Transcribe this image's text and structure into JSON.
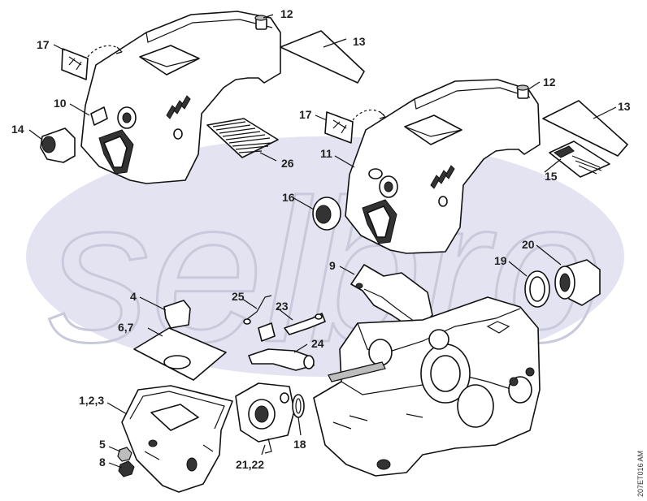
{
  "watermark": {
    "text": "selbro",
    "ellipse_color": "#e3e3f1"
  },
  "side_code": "207ET016 AM",
  "labels": {
    "p12a": "12",
    "p13a": "13",
    "p17a": "17",
    "p10": "10",
    "p14": "14",
    "p26": "26",
    "p12b": "12",
    "p13b": "13",
    "p17b": "17",
    "p11": "11",
    "p15": "15",
    "p16": "16",
    "p20": "20",
    "p19": "19",
    "p9": "9",
    "p4": "4",
    "p25": "25",
    "p23": "23",
    "p67": "6,7",
    "p24": "24",
    "p123": "1,2,3",
    "p5": "5",
    "p8": "8",
    "p18": "18",
    "p2122": "21,22"
  }
}
